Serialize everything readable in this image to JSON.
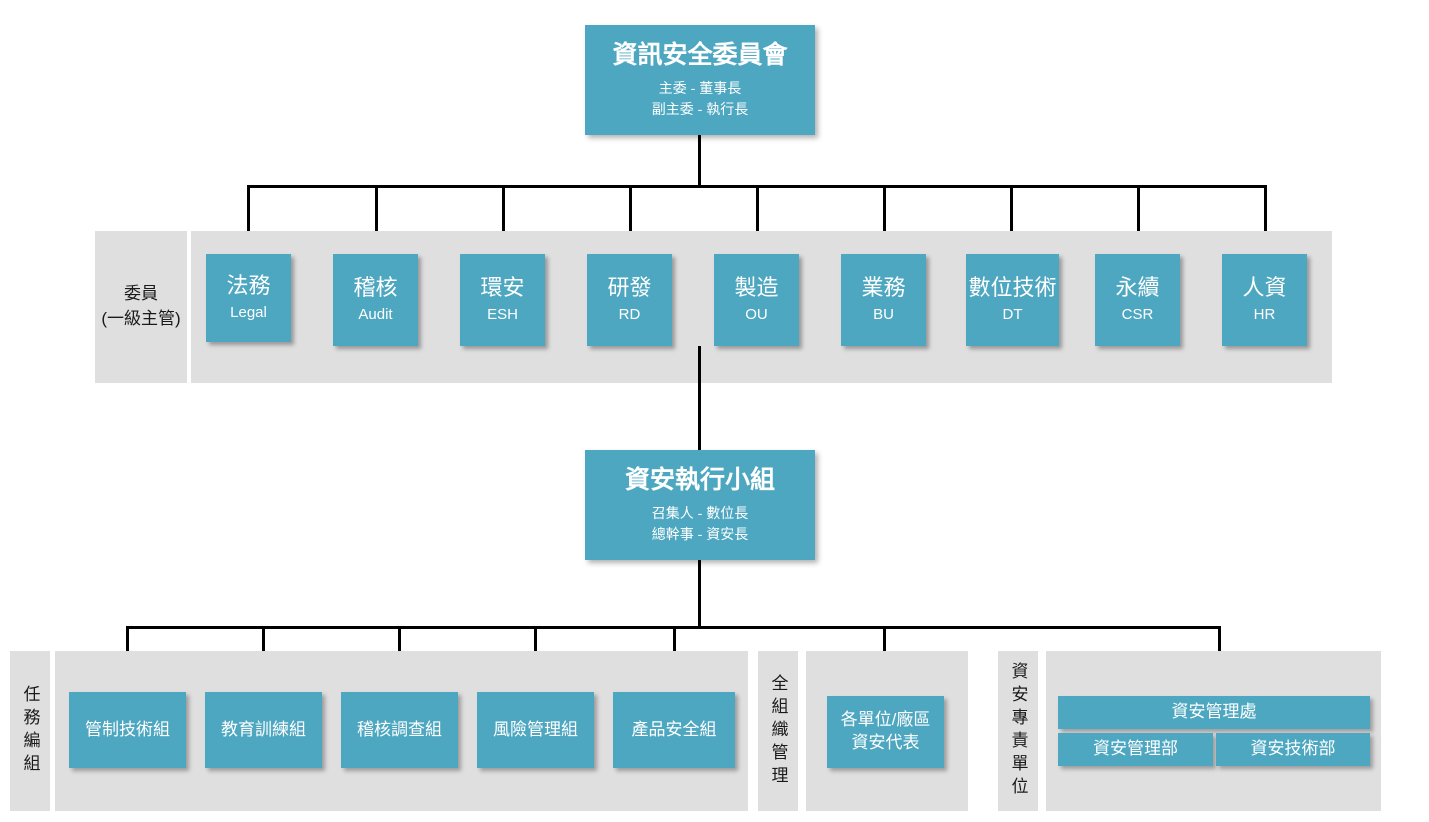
{
  "theme": {
    "node_color": "#4ea7c0",
    "band_color": "#dfdfdf",
    "line_color": "#000000",
    "text_on_node": "#ffffff",
    "page_background": "#ffffff"
  },
  "committee": {
    "title": "資訊安全委員會",
    "role_line_1": "主委 - 董事長",
    "role_line_2": "副主委 - 執行長"
  },
  "members_row": {
    "label_line_1": "委員",
    "label_line_2": "(一級主管)",
    "members": [
      {
        "cn": "法務",
        "en": "Legal"
      },
      {
        "cn": "稽核",
        "en": "Audit"
      },
      {
        "cn": "環安",
        "en": "ESH"
      },
      {
        "cn": "研發",
        "en": "RD"
      },
      {
        "cn": "製造",
        "en": "OU"
      },
      {
        "cn": "業務",
        "en": "BU"
      },
      {
        "cn": "數位技術",
        "en": "DT"
      },
      {
        "cn": "永續",
        "en": "CSR"
      },
      {
        "cn": "人資",
        "en": "HR"
      }
    ]
  },
  "execution_team": {
    "title": "資安執行小組",
    "role_line_1": "召集人 - 數位長",
    "role_line_2": "總幹事 - 資安長"
  },
  "task_force": {
    "label": "任務編組",
    "groups": [
      "管制技術組",
      "教育訓練組",
      "稽核調查組",
      "風險管理組",
      "產品安全組"
    ]
  },
  "org_wide": {
    "label": "全組織管理",
    "box_line_1": "各單位/廠區",
    "box_line_2": "資安代表"
  },
  "dedicated_unit": {
    "label": "資安專責單位",
    "head": "資安管理處",
    "departments": [
      "資安管理部",
      "資安技術部"
    ]
  }
}
